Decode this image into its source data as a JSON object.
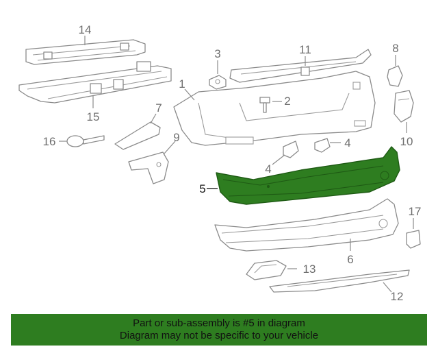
{
  "colors": {
    "highlight": "#2e7d20",
    "highlight_dark": "#1e5a14",
    "banner_bg": "#2e7d20",
    "line": "#8a8a8a",
    "label": "#6f6f6f"
  },
  "highlighted_part": "5",
  "callouts": [
    "14",
    "3",
    "11",
    "8",
    "1",
    "2",
    "15",
    "7",
    "16",
    "9",
    "4",
    "4",
    "10",
    "5",
    "17",
    "6",
    "13",
    "12"
  ],
  "banner": {
    "line1": "Part or sub-assembly is #5 in diagram",
    "line2": "Diagram may not be specific to your vehicle"
  }
}
